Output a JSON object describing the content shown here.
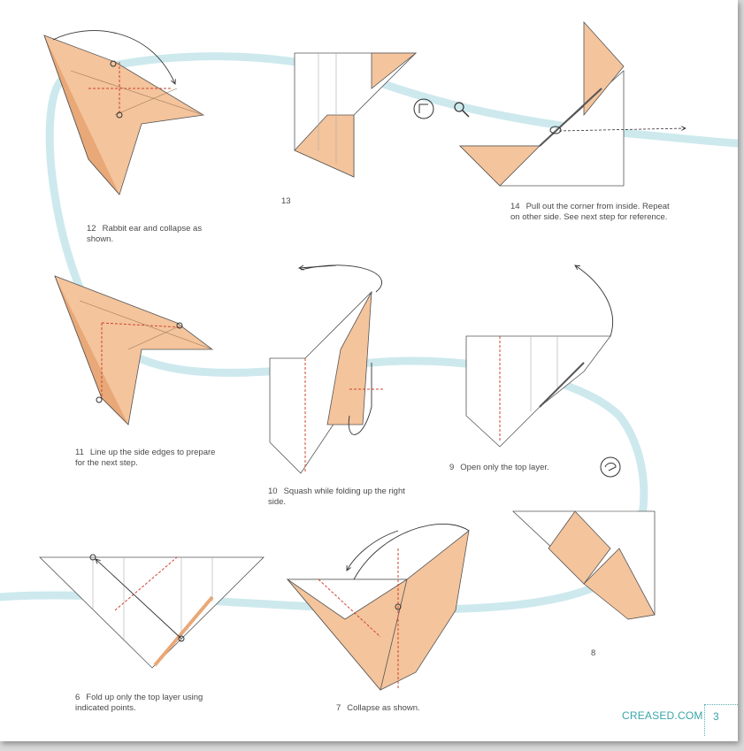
{
  "steps": [
    {
      "number": "12",
      "text": "Rabbit ear and collapse as shown."
    },
    {
      "number": "13",
      "text": ""
    },
    {
      "number": "14",
      "text": "Pull out the corner from inside. Repeat on other side. See next step for reference."
    },
    {
      "number": "11",
      "text": "Line up the side edges to prepare for the next step."
    },
    {
      "number": "10",
      "text": "Squash while folding up the right side."
    },
    {
      "number": "9",
      "text": "Open only the top layer."
    },
    {
      "number": "8",
      "text": ""
    },
    {
      "number": "6",
      "text": "Fold up only the top layer using indicated points."
    },
    {
      "number": "7",
      "text": "Collapse as shown."
    }
  ],
  "footer": {
    "brand": "CREASED.COM",
    "page_number": "3"
  },
  "colors": {
    "paper": "#f4c49c",
    "paper_dark": "#e9a877",
    "flow_line": "#cde9ee",
    "brand": "#3aa5a8"
  },
  "icons": [
    "rotate-icon",
    "magnify-icon",
    "turn-over-icon"
  ]
}
